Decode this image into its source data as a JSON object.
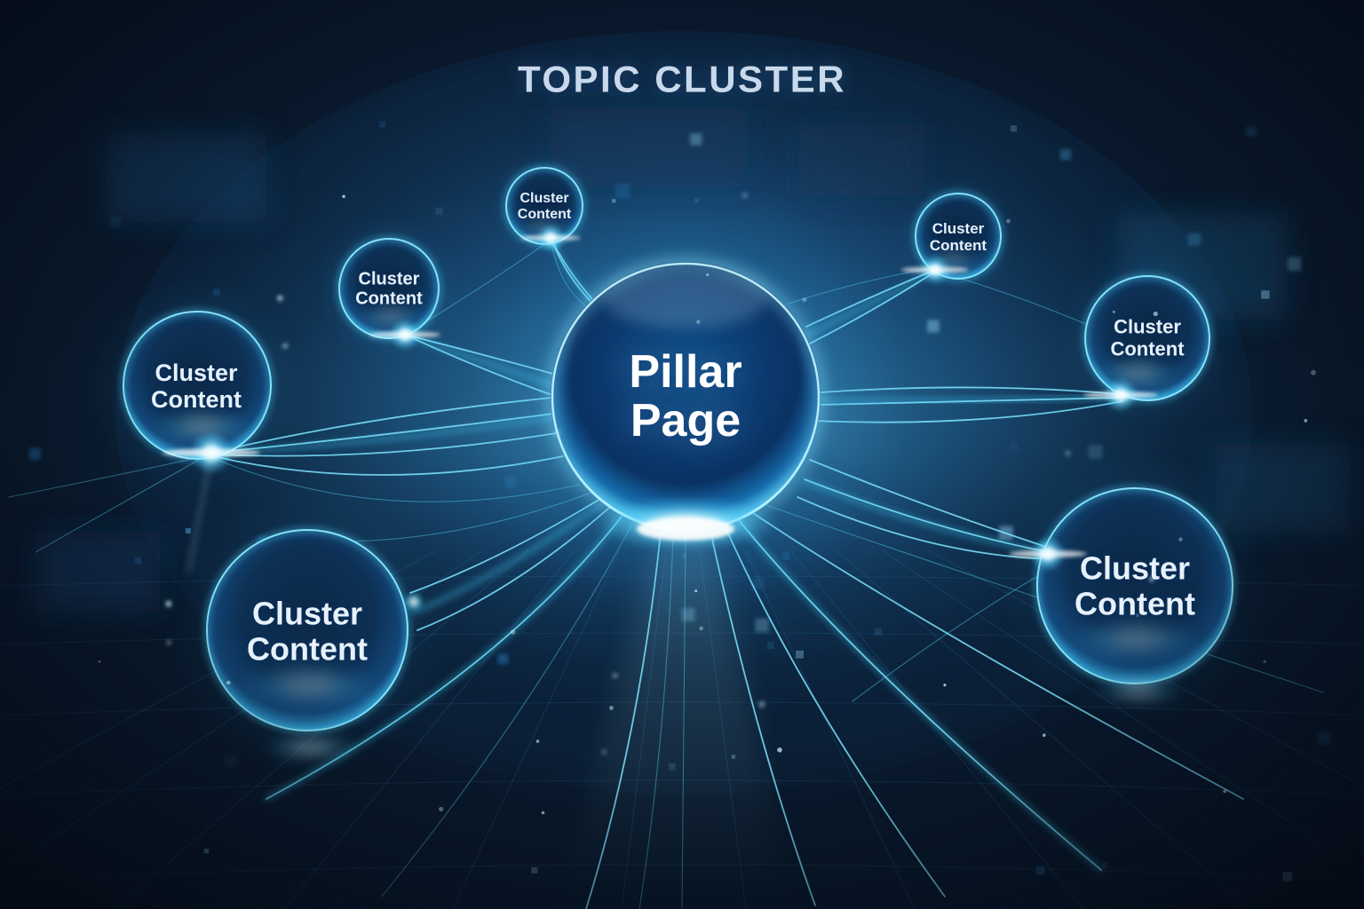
{
  "title": {
    "text": "TOPIC CLUSTER"
  },
  "pillar": {
    "label": {
      "line1": "Pillar",
      "line2": "Page"
    }
  },
  "clusters": [
    {
      "id": "top-center",
      "label": {
        "line1": "Cluster",
        "line2": "Content"
      }
    },
    {
      "id": "upper-left",
      "label": {
        "line1": "Cluster",
        "line2": "Content"
      }
    },
    {
      "id": "mid-left",
      "label": {
        "line1": "Cluster",
        "line2": "Content"
      }
    },
    {
      "id": "bottom-left",
      "label": {
        "line1": "Cluster",
        "line2": "Content"
      }
    },
    {
      "id": "upper-right",
      "label": {
        "line1": "Cluster",
        "line2": "Content"
      }
    },
    {
      "id": "mid-right",
      "label": {
        "line1": "Cluster",
        "line2": "Content"
      }
    },
    {
      "id": "bottom-right",
      "label": {
        "line1": "Cluster",
        "line2": "Content"
      }
    }
  ],
  "colors": {
    "background_dark": "#0a1626",
    "background_mid": "#1d5e94",
    "glow_cyan": "#54d8ff",
    "wire_cyan": "#7ce4ff",
    "node_fill_dark": "#0d3054",
    "title_text": "#c9d9ec",
    "label_text": "#e6f1fc",
    "pillar_text": "#ffffff"
  }
}
